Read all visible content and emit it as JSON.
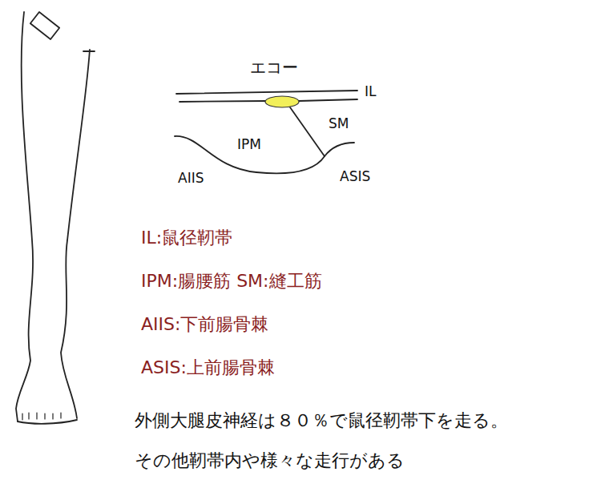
{
  "diagram": {
    "labels": [
      "エコー",
      "IL",
      "SM",
      "IPM",
      "AIIS",
      "ASIS",
      "IL:鼠径靭帯",
      "IPM:腸腰筋 SM:縫工筋",
      "AIIS:下前腸骨棘",
      "ASIS:上前腸骨棘",
      "外側大腿皮神経は８０％で鼠径靭帯下を走る。",
      "その他靭帯内や様々な走行がある"
    ]
  }
}
